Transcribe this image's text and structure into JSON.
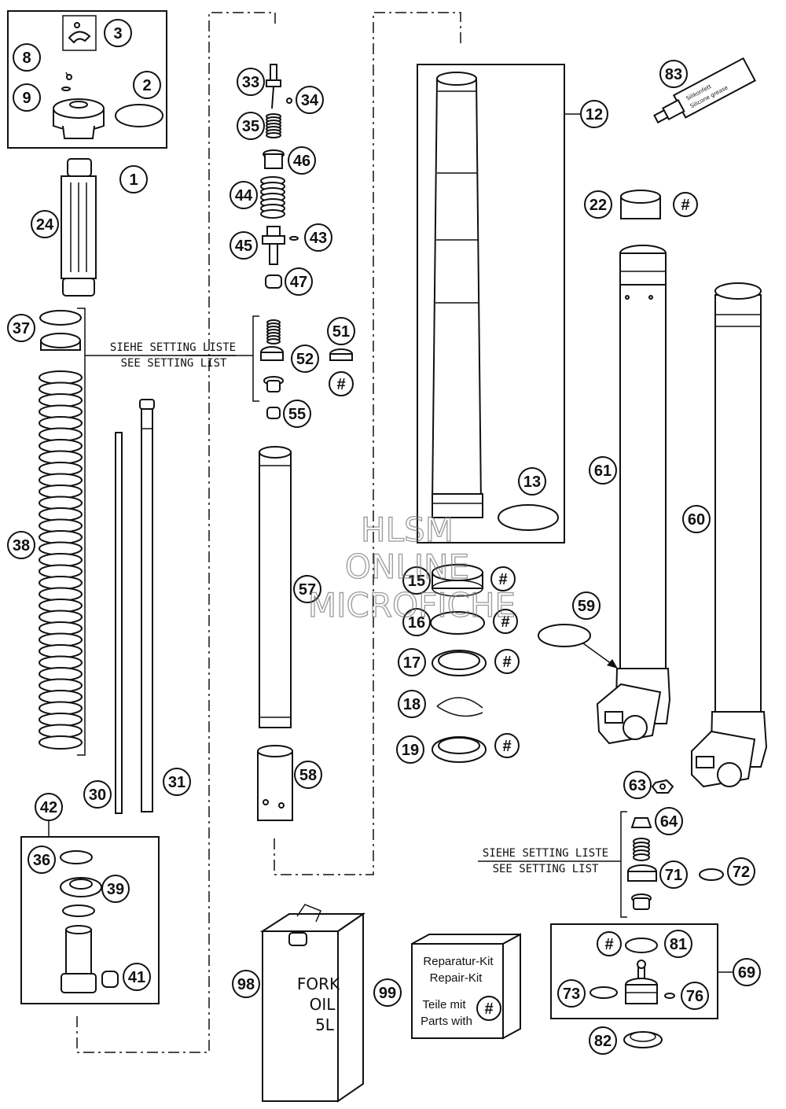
{
  "callouts": [
    {
      "id": "c1",
      "label": "1"
    },
    {
      "id": "c2",
      "label": "2"
    },
    {
      "id": "c3",
      "label": "3"
    },
    {
      "id": "c8",
      "label": "8"
    },
    {
      "id": "c9",
      "label": "9"
    },
    {
      "id": "c24",
      "label": "24"
    },
    {
      "id": "c37",
      "label": "37"
    },
    {
      "id": "c38",
      "label": "38"
    },
    {
      "id": "c30",
      "label": "30"
    },
    {
      "id": "c31",
      "label": "31"
    },
    {
      "id": "c42",
      "label": "42"
    },
    {
      "id": "c36",
      "label": "36"
    },
    {
      "id": "c39",
      "label": "39"
    },
    {
      "id": "c41",
      "label": "41"
    },
    {
      "id": "c33",
      "label": "33"
    },
    {
      "id": "c34",
      "label": "34"
    },
    {
      "id": "c35",
      "label": "35"
    },
    {
      "id": "c46",
      "label": "46"
    },
    {
      "id": "c44",
      "label": "44"
    },
    {
      "id": "c45",
      "label": "45"
    },
    {
      "id": "c43",
      "label": "43"
    },
    {
      "id": "c47",
      "label": "47"
    },
    {
      "id": "c51",
      "label": "51"
    },
    {
      "id": "c52",
      "label": "52"
    },
    {
      "id": "c55",
      "label": "55"
    },
    {
      "id": "c57",
      "label": "57"
    },
    {
      "id": "c58",
      "label": "58"
    },
    {
      "id": "c12",
      "label": "12"
    },
    {
      "id": "c13",
      "label": "13"
    },
    {
      "id": "c15",
      "label": "15"
    },
    {
      "id": "c16",
      "label": "16"
    },
    {
      "id": "c17",
      "label": "17"
    },
    {
      "id": "c18",
      "label": "18"
    },
    {
      "id": "c19",
      "label": "19"
    },
    {
      "id": "c83",
      "label": "83"
    },
    {
      "id": "c22",
      "label": "22"
    },
    {
      "id": "c61",
      "label": "61"
    },
    {
      "id": "c60",
      "label": "60"
    },
    {
      "id": "c59",
      "label": "59"
    },
    {
      "id": "c63",
      "label": "63"
    },
    {
      "id": "c64",
      "label": "64"
    },
    {
      "id": "c71",
      "label": "71"
    },
    {
      "id": "c72",
      "label": "72"
    },
    {
      "id": "c69",
      "label": "69"
    },
    {
      "id": "c81",
      "label": "81"
    },
    {
      "id": "c73",
      "label": "73"
    },
    {
      "id": "c76",
      "label": "76"
    },
    {
      "id": "c82",
      "label": "82"
    },
    {
      "id": "c98",
      "label": "98"
    },
    {
      "id": "c99",
      "label": "99"
    },
    {
      "id": "h22",
      "label": "#"
    },
    {
      "id": "h52",
      "label": "#"
    },
    {
      "id": "h15",
      "label": "#"
    },
    {
      "id": "h16",
      "label": "#"
    },
    {
      "id": "h17",
      "label": "#"
    },
    {
      "id": "h19",
      "label": "#"
    },
    {
      "id": "h81",
      "label": "#"
    },
    {
      "id": "h99",
      "label": "#"
    }
  ],
  "notes": {
    "setting_de": "SIEHE SETTING LISTE",
    "setting_en": "SEE SETTING LIST"
  },
  "kit": {
    "line1": "Reparatur-Kit",
    "line2": "Repair-Kit",
    "line3": "Teile mit",
    "line4": "Parts with"
  },
  "can": {
    "line1": "FORK",
    "line2": "OIL",
    "line3": "5L"
  },
  "grease_tube": {
    "line1": "Silikonfett",
    "line2": "Silicone grease"
  },
  "watermark": {
    "line1": "HLSM",
    "line2": "ONLINE",
    "line3": "MICROFICHE"
  }
}
